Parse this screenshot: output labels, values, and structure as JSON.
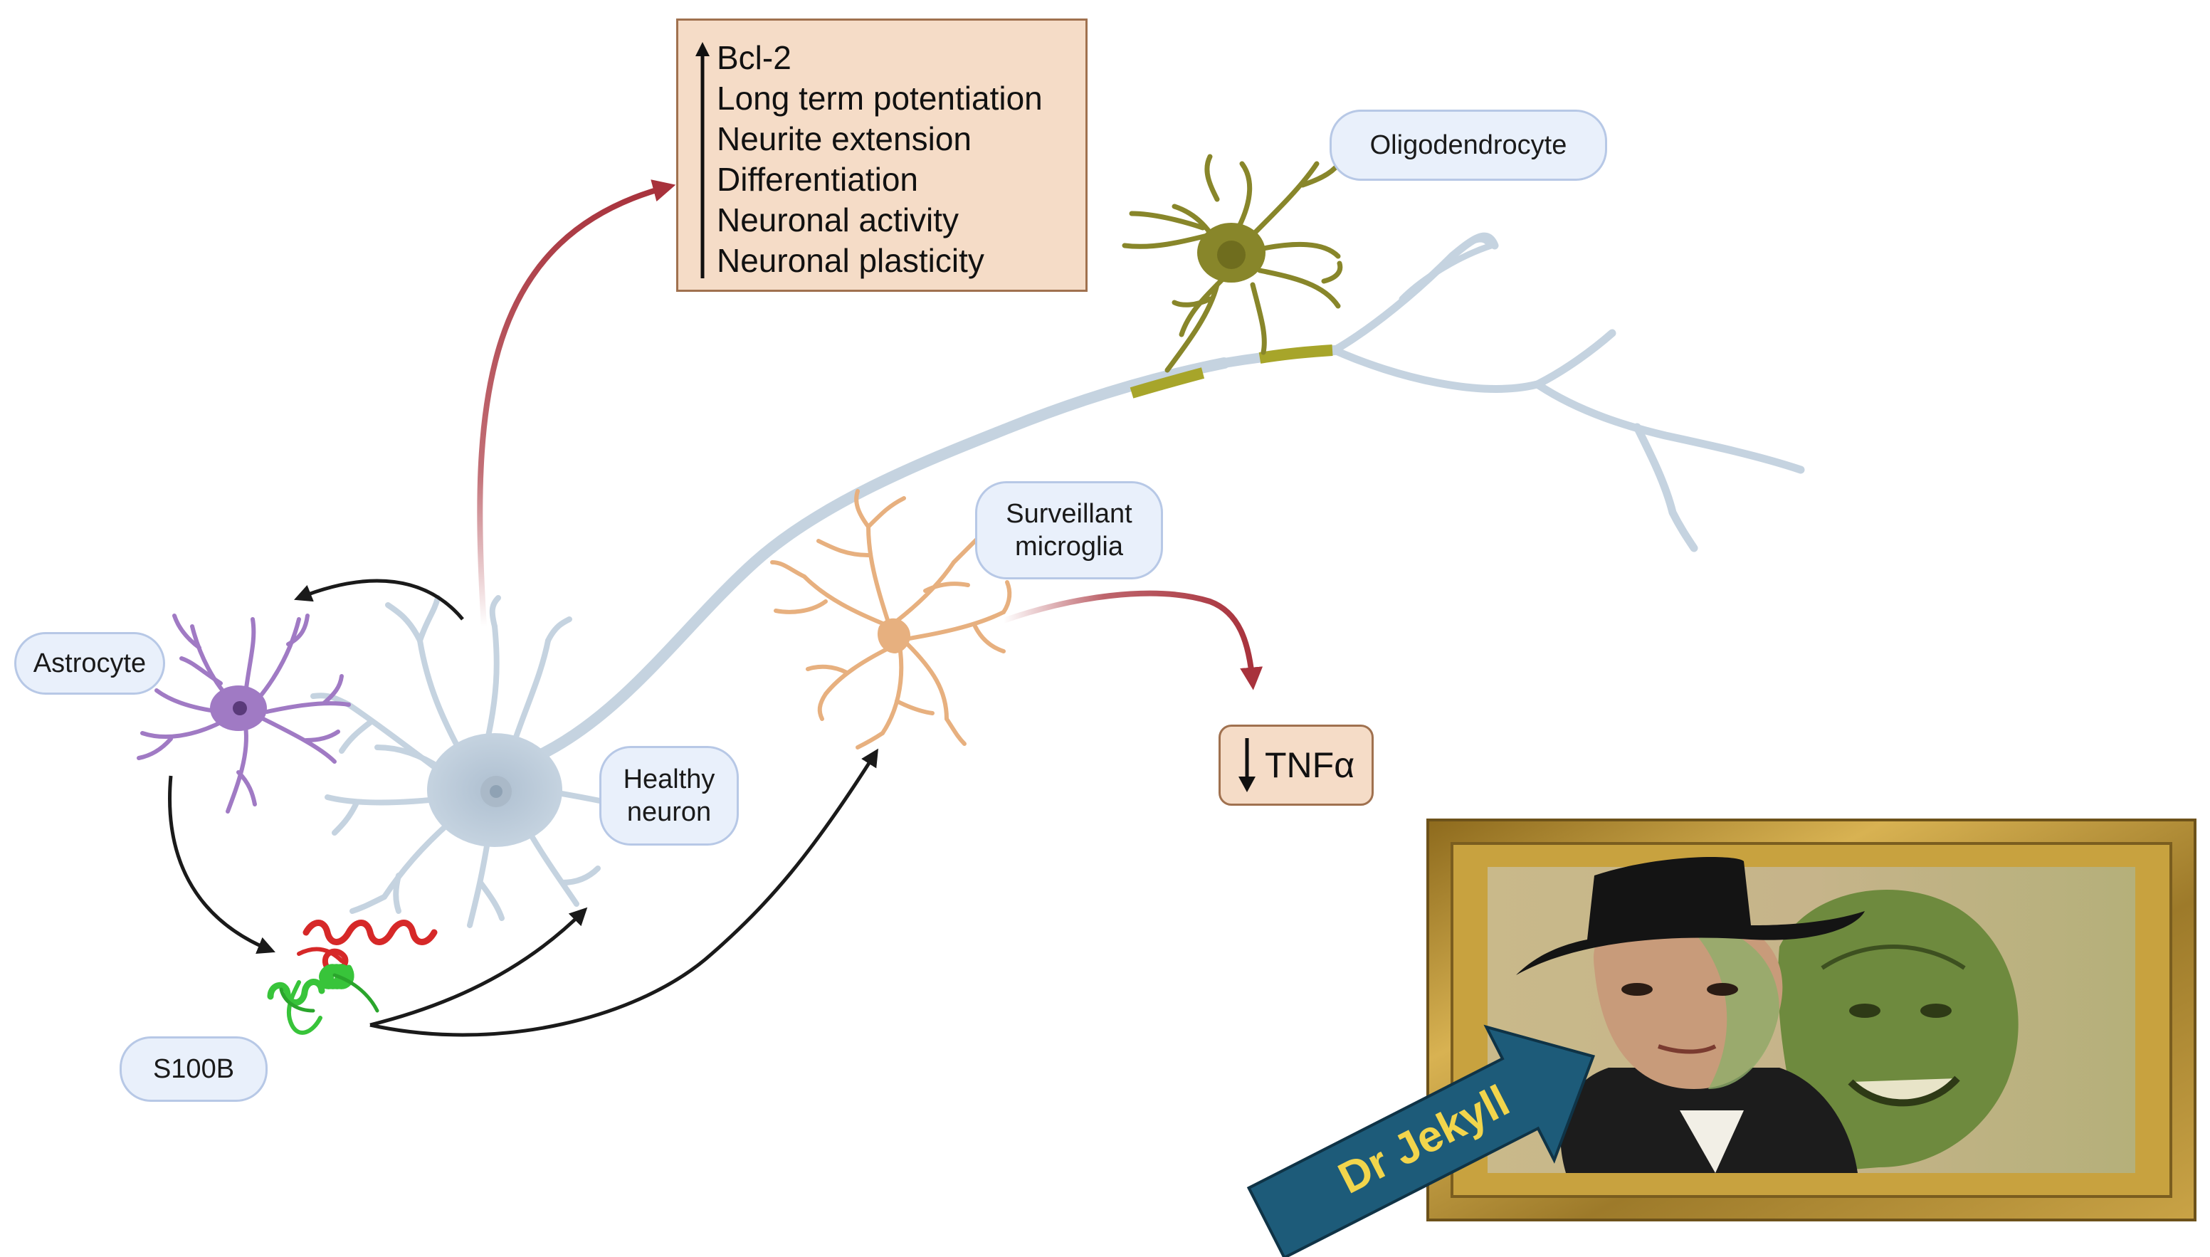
{
  "labels": {
    "astrocyte": "Astrocyte",
    "s100b": "S100B",
    "healthy_neuron": "Healthy neuron",
    "surveillant_microglia": "Surveillant microglia",
    "oligodendrocyte": "Oligodendrocyte"
  },
  "effects": {
    "direction": "up",
    "items": [
      "Bcl-2",
      "Long term potentiation",
      "Neurite extension",
      "Differentiation",
      "Neuronal activity",
      "Neuronal plasticity"
    ]
  },
  "tnf": {
    "direction": "down",
    "label": "TNFα"
  },
  "portrait": {
    "banner_text": "Dr Jekyll"
  },
  "colors": {
    "neuron": "#c5d3e0",
    "astrocyte": "#a07ac4",
    "microglia": "#e7b07f",
    "oligodendrocyte": "#88862a",
    "myelin": "#a7a52a",
    "red_arrow": "#a8323c",
    "black_arrow": "#1a1a1a",
    "label_fill": "#e9f0fb",
    "label_border": "#b7c8e6",
    "box_fill": "#f5dcc7",
    "box_border": "#a0714f",
    "banner": "#1d5b79",
    "banner_text": "#f2d54c",
    "frame_gold": "#b48a2c"
  }
}
